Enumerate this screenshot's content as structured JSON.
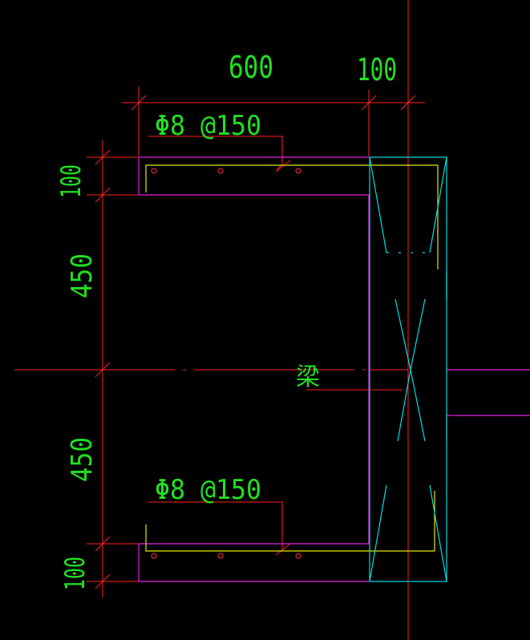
{
  "drawing": {
    "dims": {
      "top_width": "600",
      "top_column": "100",
      "left_top_slab": "100",
      "left_upper_span": "450",
      "left_lower_span": "450",
      "left_bottom_slab": "100"
    },
    "rebar_top": "Φ8 @150",
    "rebar_bottom": "Φ8 @150",
    "beam_label": "梁"
  },
  "colors": {
    "background": "#000000",
    "dimension_text": "#22e022",
    "axis_line": "#ff2020",
    "slab_outline": "#e020e0",
    "rebar": "#e8e800",
    "column": "#00e0e0",
    "rebar_dot": "#ff3030"
  }
}
